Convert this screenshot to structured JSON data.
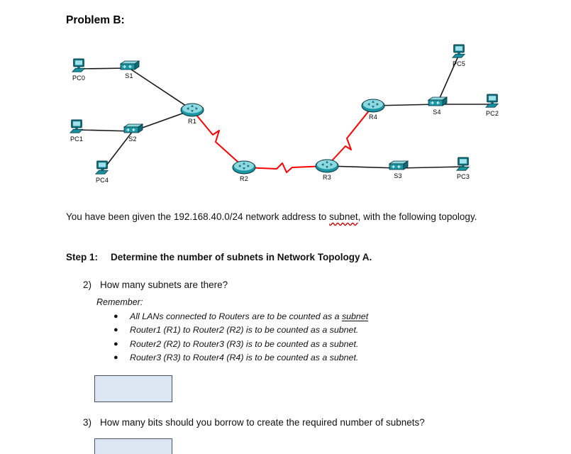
{
  "doc": {
    "title": "Problem B:"
  },
  "diagram": {
    "devices": [
      {
        "label": "PC0",
        "type": "pc"
      },
      {
        "label": "S1",
        "type": "switch"
      },
      {
        "label": "PC1",
        "type": "pc"
      },
      {
        "label": "S2",
        "type": "switch"
      },
      {
        "label": "PC4",
        "type": "pc"
      },
      {
        "label": "R1",
        "type": "router"
      },
      {
        "label": "R2",
        "type": "router"
      },
      {
        "label": "R3",
        "type": "router"
      },
      {
        "label": "R4",
        "type": "router"
      },
      {
        "label": "S4",
        "type": "switch"
      },
      {
        "label": "PC5",
        "type": "pc"
      },
      {
        "label": "PC2",
        "type": "pc"
      },
      {
        "label": "S3",
        "type": "switch"
      },
      {
        "label": "PC3",
        "type": "pc"
      }
    ],
    "colors": {
      "ethernet_link": "#1a1a1a",
      "serial_link": "#ff0000",
      "device_teal": "#1b96a4"
    }
  },
  "body": {
    "intro": {
      "before": "You have been given the 192.168.40.0/24 network address to ",
      "highlight": "subnet",
      "after": ", with the following topology."
    },
    "step1": {
      "prefix": "Step 1:",
      "text": "Determine the number of subnets in Network Topology A."
    },
    "q2": {
      "number": "2)",
      "text": "How many subnets are there?"
    },
    "remember": {
      "label": "Remember:",
      "bullet1": {
        "before": "All LANs connected to Routers are to be counted as a ",
        "underlined": "subnet"
      },
      "items": [
        "Router1 (R1) to Router2 (R2) is to be counted as a subnet.",
        "Router2 (R2) to Router3 (R3) is to be counted as a subnet.",
        "Router3 (R3) to Router4 (R4) is to be counted as a subnet."
      ]
    },
    "q3": {
      "number": "3)",
      "text": "How many bits should you borrow to create the required number of subnets?"
    },
    "answer_box_color": "#dce6f2"
  }
}
